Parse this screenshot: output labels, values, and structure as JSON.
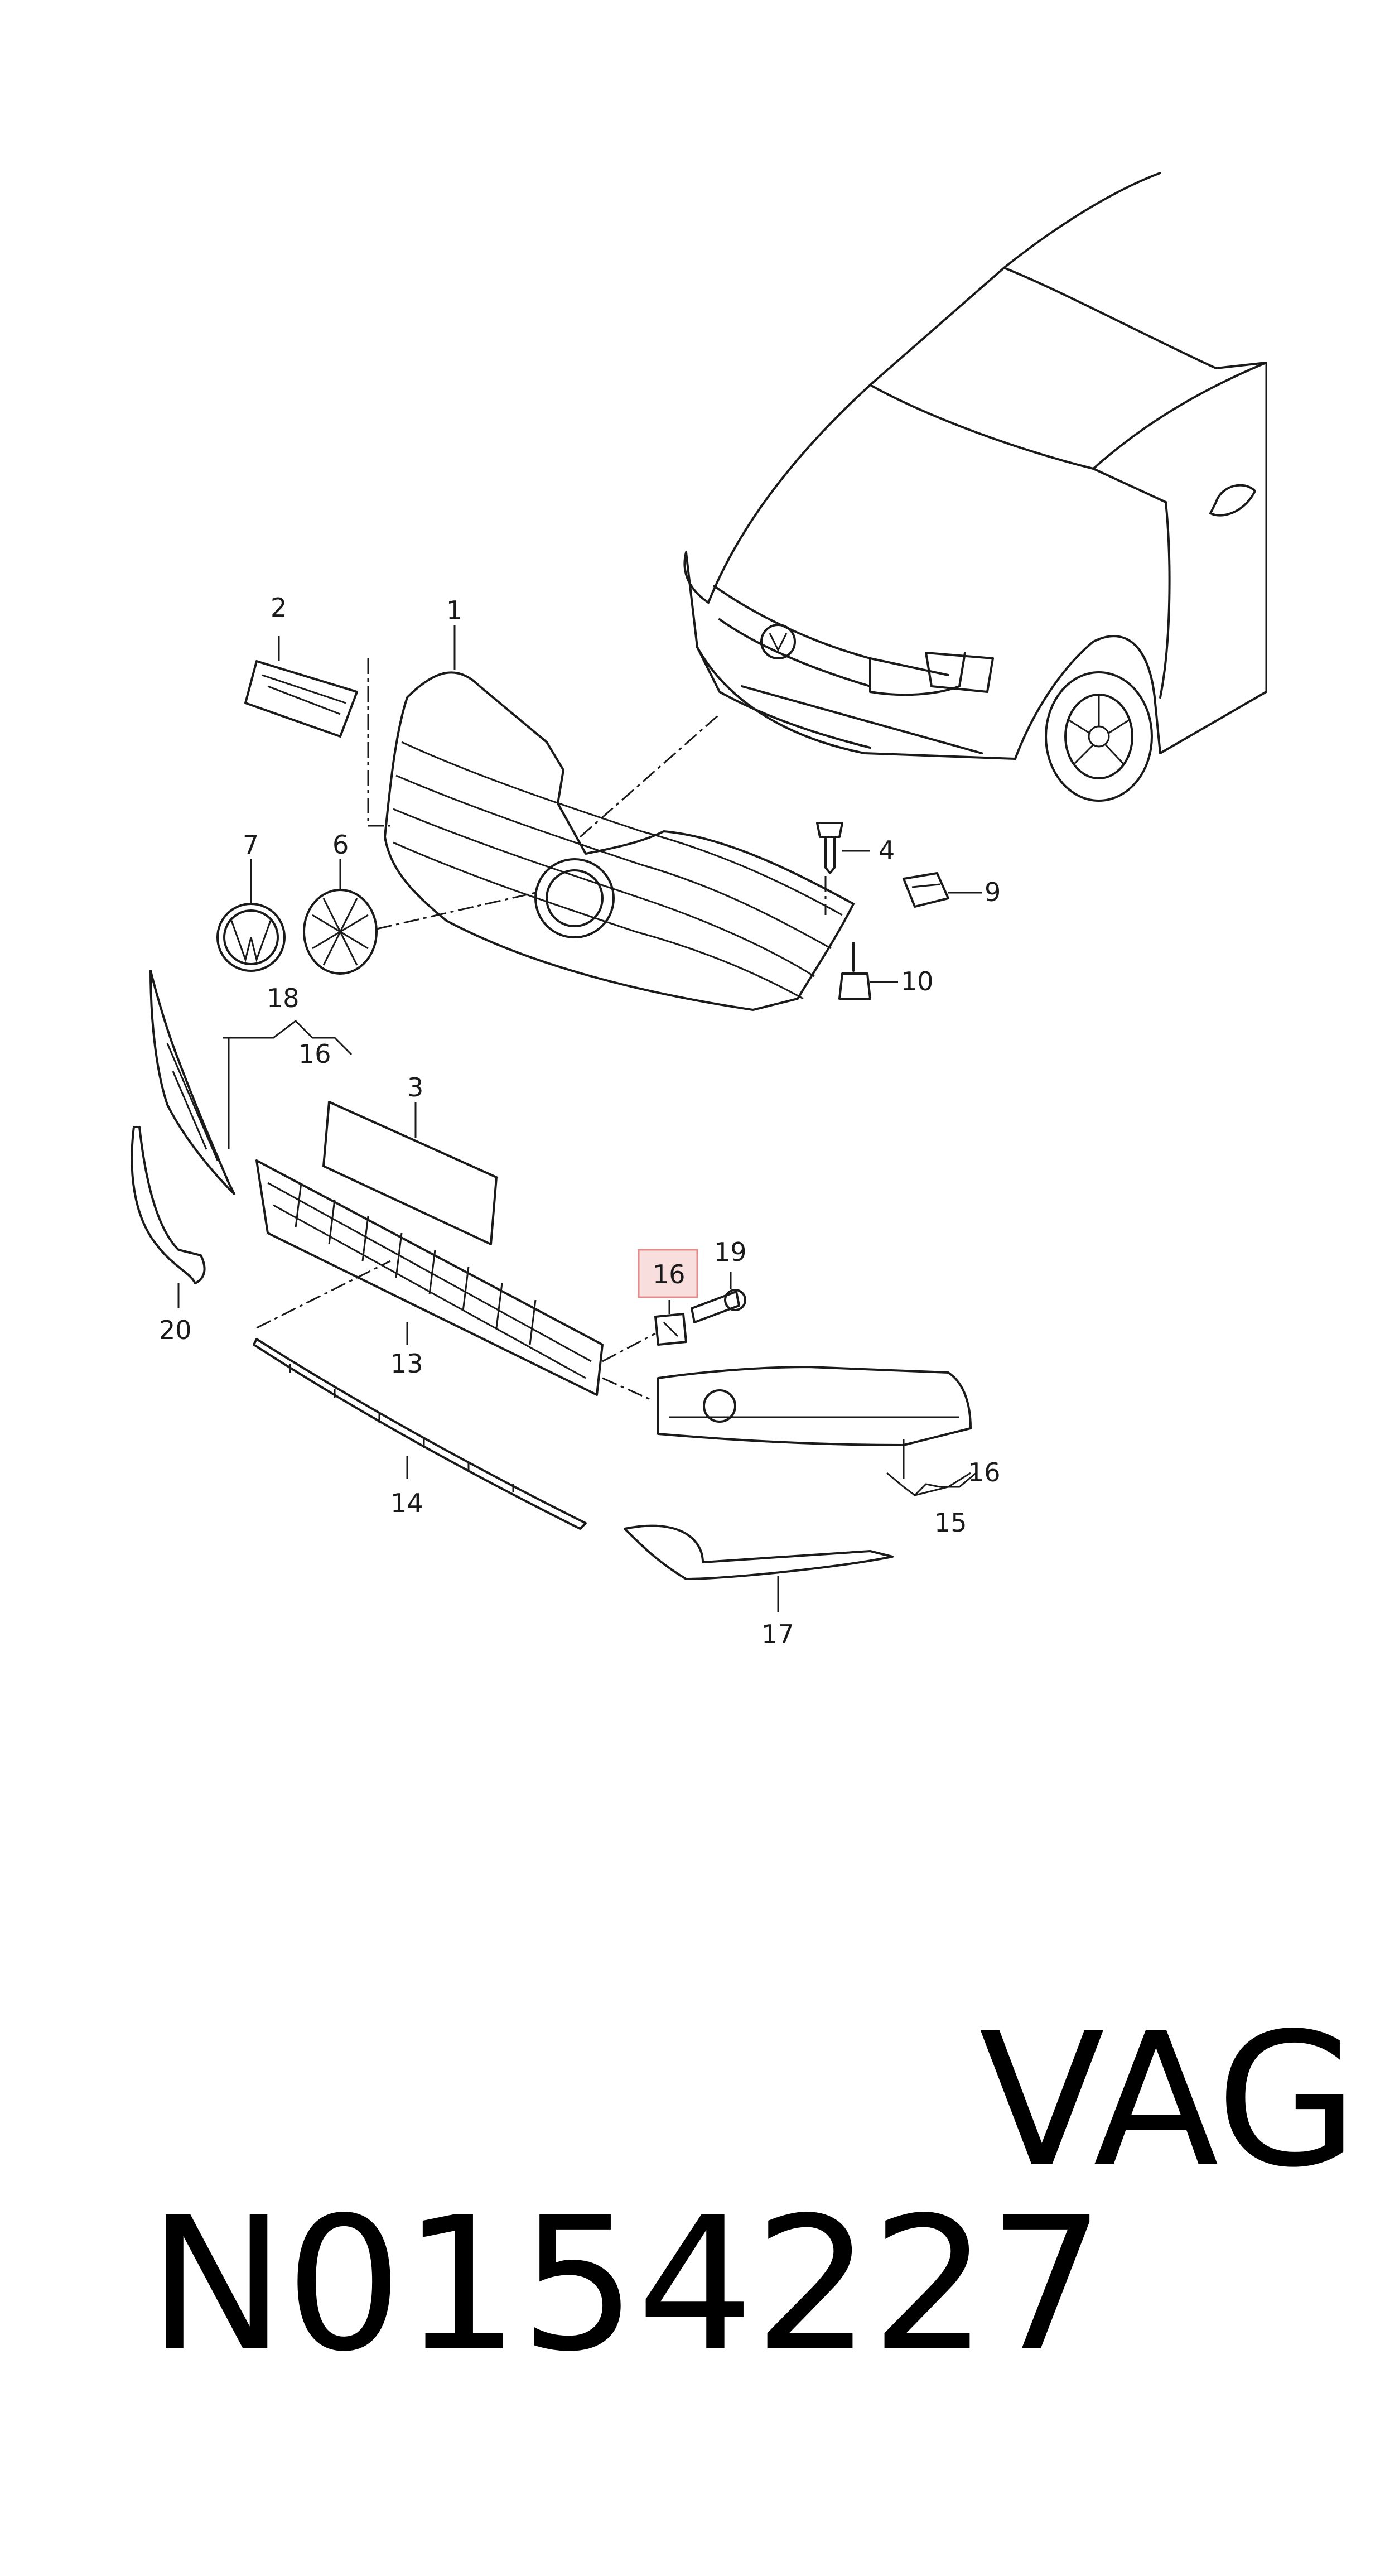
{
  "callouts": [
    {
      "id": "1",
      "label": "1"
    },
    {
      "id": "2",
      "label": "2"
    },
    {
      "id": "3",
      "label": "3"
    },
    {
      "id": "4",
      "label": "4"
    },
    {
      "id": "6",
      "label": "6"
    },
    {
      "id": "7",
      "label": "7"
    },
    {
      "id": "9",
      "label": "9"
    },
    {
      "id": "10",
      "label": "10"
    },
    {
      "id": "13",
      "label": "13"
    },
    {
      "id": "14",
      "label": "14"
    },
    {
      "id": "15",
      "label": "15"
    },
    {
      "id": "16a",
      "label": "16"
    },
    {
      "id": "16b",
      "label": "16"
    },
    {
      "id": "16c",
      "label": "16"
    },
    {
      "id": "17",
      "label": "17"
    },
    {
      "id": "18",
      "label": "18"
    },
    {
      "id": "19",
      "label": "19"
    },
    {
      "id": "20",
      "label": "20"
    }
  ],
  "highlight": {
    "label": "16",
    "fill": "#f9dede",
    "stroke": "#e58a8a"
  },
  "footer": {
    "part_number": "N0154227",
    "brand": "VAG"
  }
}
